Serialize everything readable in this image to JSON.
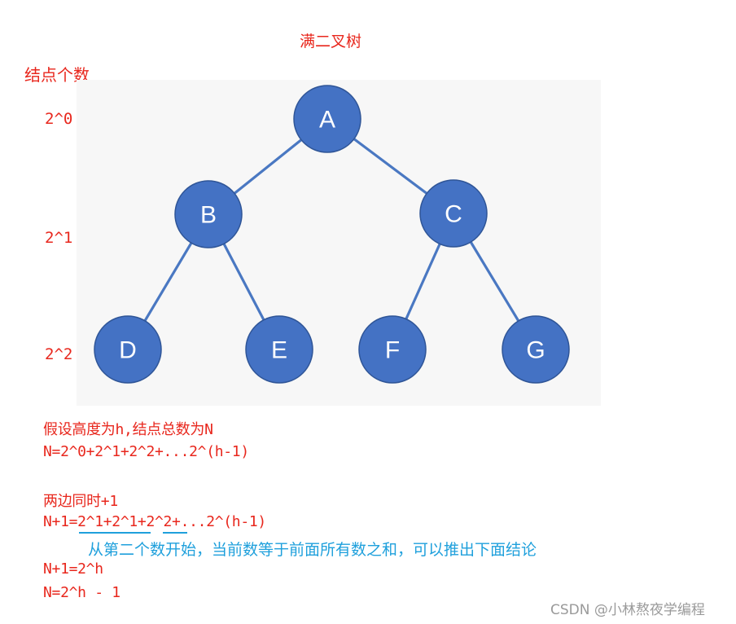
{
  "title": "满二叉树",
  "count_label": "结点个数",
  "levels": [
    "2^0",
    "2^1",
    "2^2"
  ],
  "tree": {
    "nodes": [
      "A",
      "B",
      "C",
      "D",
      "E",
      "F",
      "G"
    ],
    "edges": [
      [
        "A",
        "B"
      ],
      [
        "A",
        "C"
      ],
      [
        "B",
        "D"
      ],
      [
        "B",
        "E"
      ],
      [
        "C",
        "F"
      ],
      [
        "C",
        "G"
      ]
    ],
    "node_color": "#4472c4",
    "edge_color": "#4a78c2"
  },
  "derivation": {
    "assumption": "假设高度为h,结点总数为N",
    "sum": "N=2^0+2^1+2^2+...2^(h-1)",
    "add_one": "两边同时+1",
    "sum_plus_one": "N+1=2^1+2^1+2^2+...2^(h-1)",
    "note": "从第二个数开始，当前数等于前面所有数之和，可以推出下面结论",
    "result_1": "N+1=2^h",
    "result_2": "N=2^h - 1"
  },
  "watermark": "CSDN @小林熬夜学编程",
  "colors": {
    "text": "#e8271d",
    "note": "#1fa0dc",
    "watermark": "#9a9a9a"
  }
}
